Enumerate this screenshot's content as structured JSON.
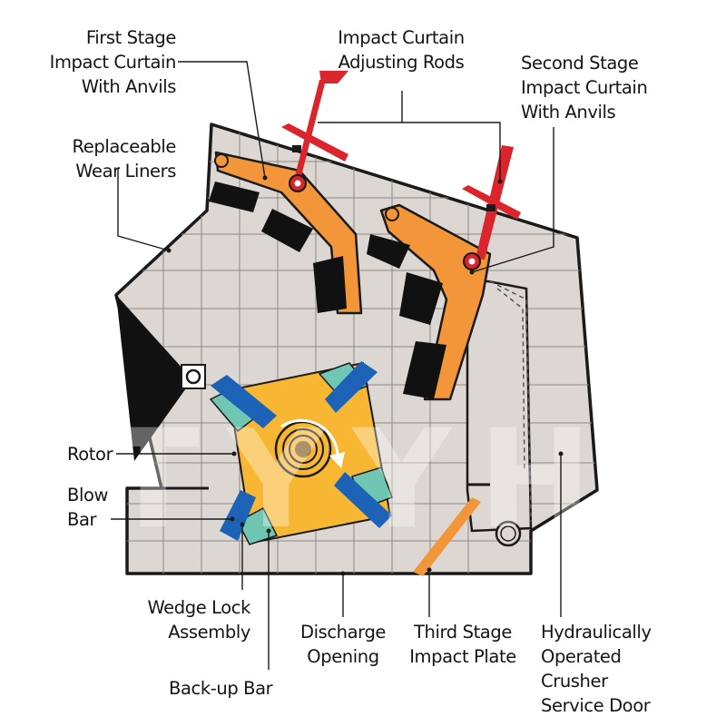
{
  "labels": {
    "first_stage": "First Stage\nImpact Curtain\nWith Anvils",
    "adjusting_rods": "Impact Curtain\nAdjusting Rods",
    "second_stage": "Second Stage\nImpact Curtain\nWith Anvils",
    "wear_liners": "Replaceable\nWear Liners",
    "rotor": "Rotor",
    "blow_bar": "Blow\nBar",
    "wedge_lock": "Wedge Lock\nAssembly",
    "discharge": "Discharge\nOpening",
    "third_stage": "Third Stage\nImpact Plate",
    "service_door": "Hydraulically\nOperated\nCrusher\nService Door",
    "backup_bar": "Back-up Bar"
  },
  "watermark": "TYYH",
  "colors": {
    "body_fill": "#dcd7d2",
    "grid_line": "#8f8a86",
    "outline": "#1a1a1a",
    "curtain_orange": "#f3963a",
    "rotor_yellow": "#f7b733",
    "rod_red": "#d9252b",
    "blow_bar_blue": "#1c63b7",
    "wedge_teal": "#6fc6b2",
    "anvil_black": "#111111"
  }
}
